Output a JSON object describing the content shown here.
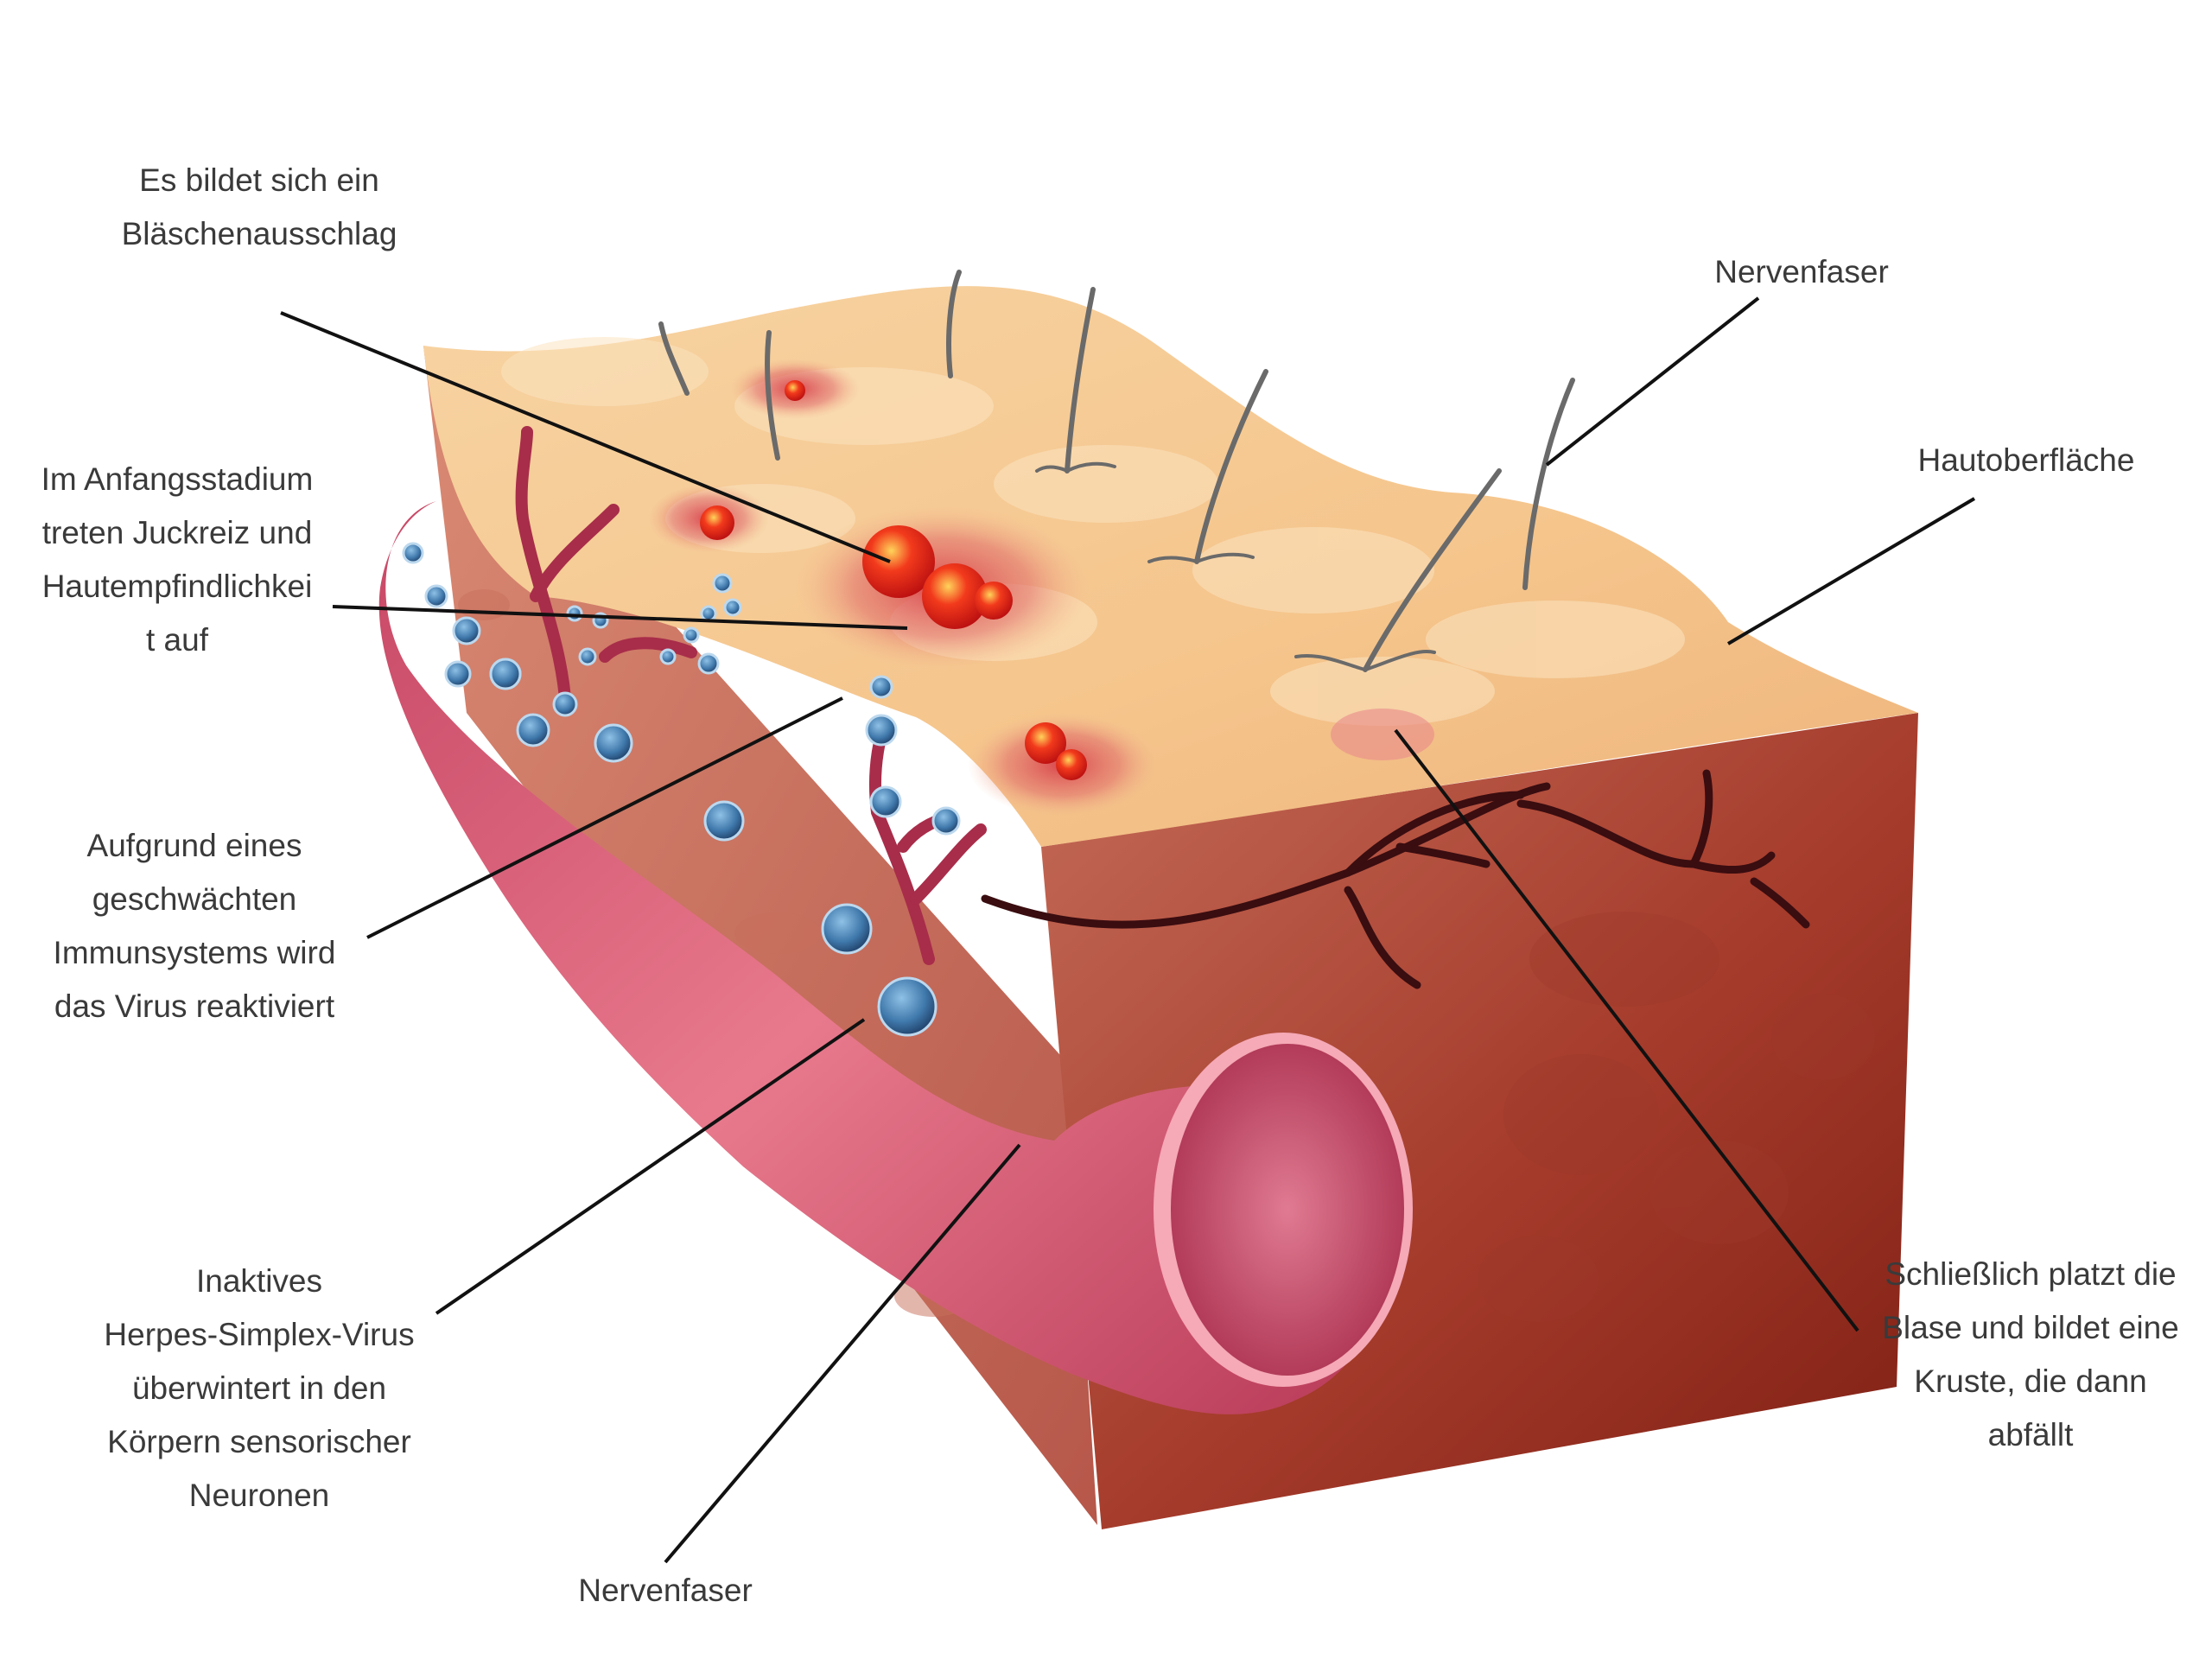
{
  "labels": {
    "blister_rash": [
      "Es bildet sich ein",
      "Bläschenausschlag"
    ],
    "early_stage": [
      "Im Anfangsstadium",
      "treten Juckreiz und",
      "Hautempfindlichkei",
      "t auf"
    ],
    "reactivation": [
      "Aufgrund eines",
      "geschwächten",
      "Immunsystems wird",
      "das Virus reaktiviert"
    ],
    "inactive_virus": [
      "Inaktives",
      "Herpes-Simplex-Virus",
      "überwintert in den",
      "Körpern sensorischer",
      "Neuronen"
    ],
    "nerve_fiber_bottom": "Nervenfaser",
    "nerve_fiber_top": "Nervenfaser",
    "skin_surface": "Hautoberfläche",
    "crust": [
      "Schließlich platzt die",
      "Blase und bildet eine",
      "Kruste, die dann",
      "abfällt"
    ]
  },
  "colors": {
    "skin_surface": "#f6c994",
    "dermis": "#c4624f",
    "dermis_dark": "#8e2a1c",
    "nerve": "#d9607a",
    "virus": "#4a82b3",
    "blister": "#e8231a",
    "leader_line": "#111111",
    "text": "#3a3a3a"
  }
}
